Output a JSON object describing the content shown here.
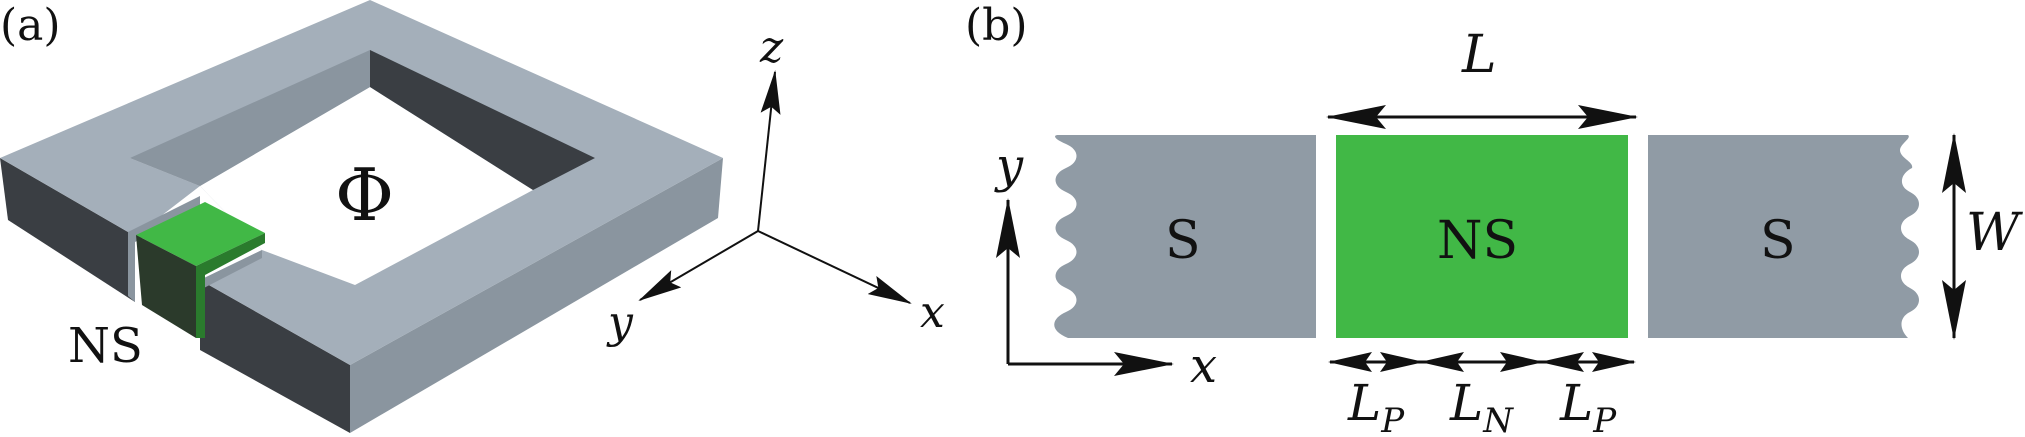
{
  "panel_a": {
    "label": "(a)",
    "flux_symbol": "Φ",
    "ns_label": "NS",
    "axes": {
      "z": "z",
      "y": "y",
      "x": "x"
    }
  },
  "panel_b": {
    "label": "(b)",
    "left_lead": "S",
    "center": "NS",
    "right_lead": "S",
    "length_label": "L",
    "width_label": "W",
    "axes": {
      "y": "y",
      "x": "x"
    },
    "bottom_dims": {
      "left": {
        "main": "L",
        "sub": "P"
      },
      "middle": {
        "main": "L",
        "sub": "N"
      },
      "right": {
        "main": "L",
        "sub": "P"
      }
    }
  },
  "colors": {
    "superconductor_top": "#a4afba",
    "superconductor_side_dark": "#3a3e43",
    "superconductor_side_mid": "#8a959f",
    "ns_green": "#41b846",
    "ns_green_dark": "#2a7b2d",
    "lead_gray": "#909ba5"
  }
}
